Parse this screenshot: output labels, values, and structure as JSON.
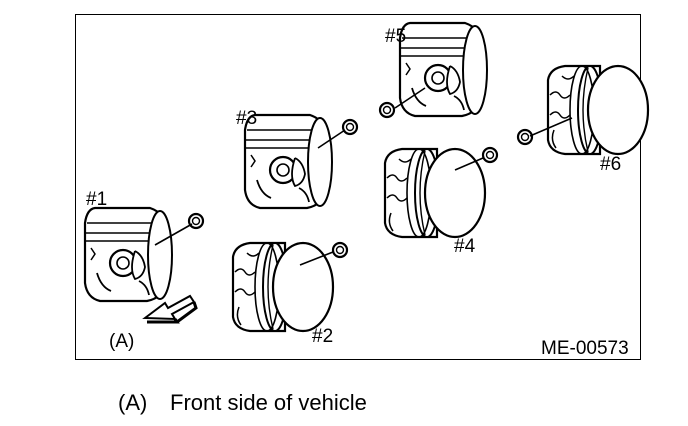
{
  "figure": {
    "id": "ME-00573",
    "arrow_label": "(A)",
    "pistons": [
      {
        "label": "#1"
      },
      {
        "label": "#2"
      },
      {
        "label": "#3"
      },
      {
        "label": "#4"
      },
      {
        "label": "#5"
      },
      {
        "label": "#6"
      }
    ]
  },
  "legend": {
    "key": "(A)",
    "text": "Front side of vehicle"
  },
  "icons": {
    "piston": "piston-icon",
    "circlip": "circlip-icon",
    "arrow": "arrow-icon"
  }
}
